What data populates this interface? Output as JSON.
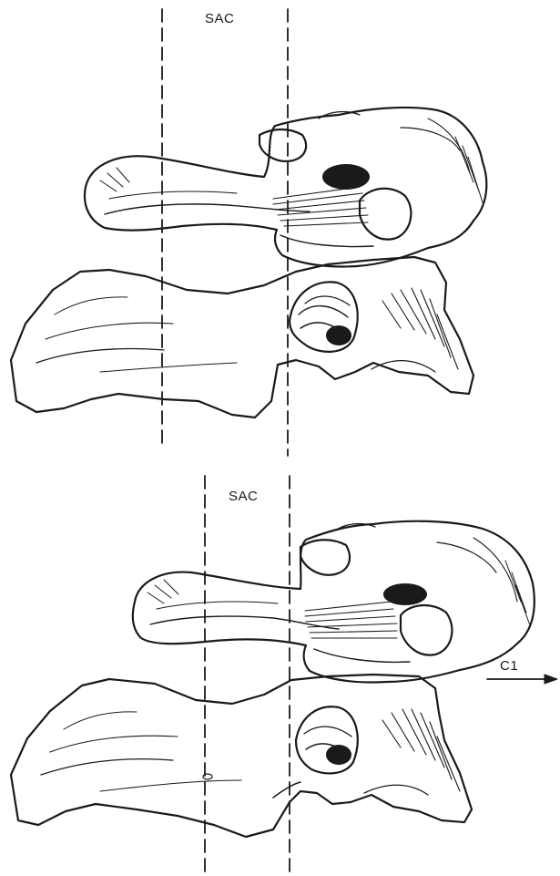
{
  "labels": {
    "sac_top": "SAC",
    "sac_bottom": "SAC",
    "c1": "C1"
  },
  "icons": {
    "c1_arrow": "arrow-right-icon"
  },
  "colors": {
    "ink": "#1a1a1a",
    "background": "#ffffff"
  }
}
